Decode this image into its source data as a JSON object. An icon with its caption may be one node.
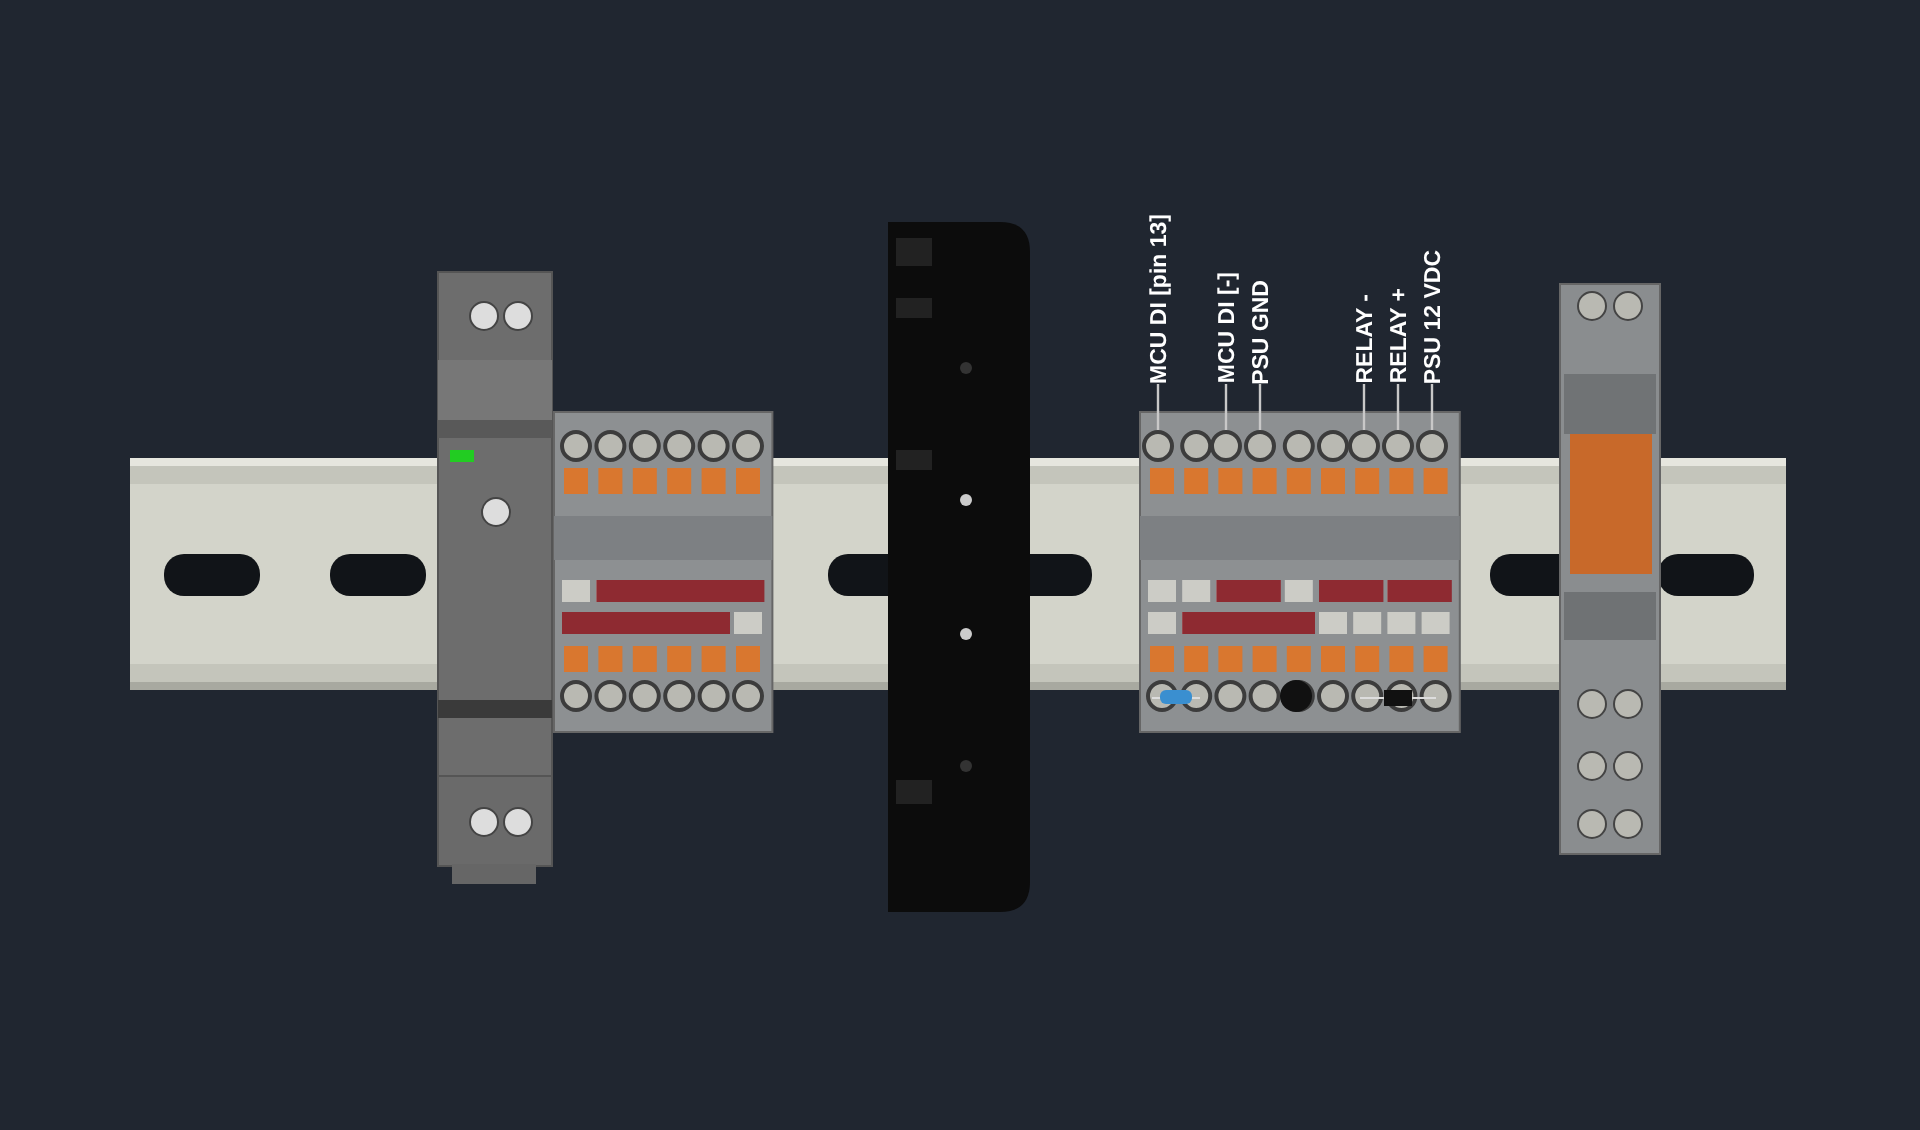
{
  "diagram": {
    "nodes": [
      {
        "text": [
          "MCU DI [pin 13]"
        ]
      },
      {
        "text": [
          "MCU DI [-]"
        ]
      },
      {
        "text": [
          "PSU GND"
        ]
      },
      {
        "text": [
          "RELAY -"
        ]
      },
      {
        "text": [
          "RELAY +"
        ]
      },
      {
        "text": [
          "PSU 12 VDC"
        ]
      },
      {
        "text": [],
        "shape": "circle"
      },
      {
        "text": [],
        "shape": "circle"
      },
      {
        "text": [],
        "shape": "circle"
      },
      {
        "text": [],
        "shape": "circle"
      },
      {
        "text": [],
        "shape": "circle"
      },
      {
        "text": [],
        "shape": "circle"
      }
    ],
    "edges": [
      {
        "from": 0,
        "to": 6,
        "arrow": "none"
      },
      {
        "from": 1,
        "to": 7,
        "arrow": "none"
      },
      {
        "from": 2,
        "to": 8,
        "arrow": "none"
      },
      {
        "from": 3,
        "to": 9,
        "arrow": "none"
      },
      {
        "from": 4,
        "to": 10,
        "arrow": "none"
      },
      {
        "from": 5,
        "to": 11,
        "arrow": "none"
      }
    ]
  }
}
